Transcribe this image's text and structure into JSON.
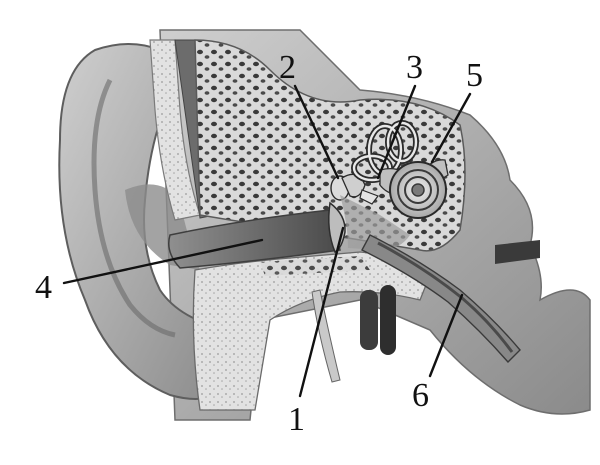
{
  "labels": [
    {
      "id": "1",
      "text": "1"
    },
    {
      "id": "2",
      "text": "2"
    },
    {
      "id": "3",
      "text": "3"
    },
    {
      "id": "4",
      "text": "4"
    },
    {
      "id": "5",
      "text": "5"
    },
    {
      "id": "6",
      "text": "6"
    }
  ],
  "colors": {
    "background": "#ffffff",
    "skin": "#b9b9b9",
    "skin_dark": "#7d7d7d",
    "bone": "#d6d6d6",
    "bone_pore": "#3a3a3a",
    "canal": "#5c5c5c",
    "line": "#111111"
  }
}
